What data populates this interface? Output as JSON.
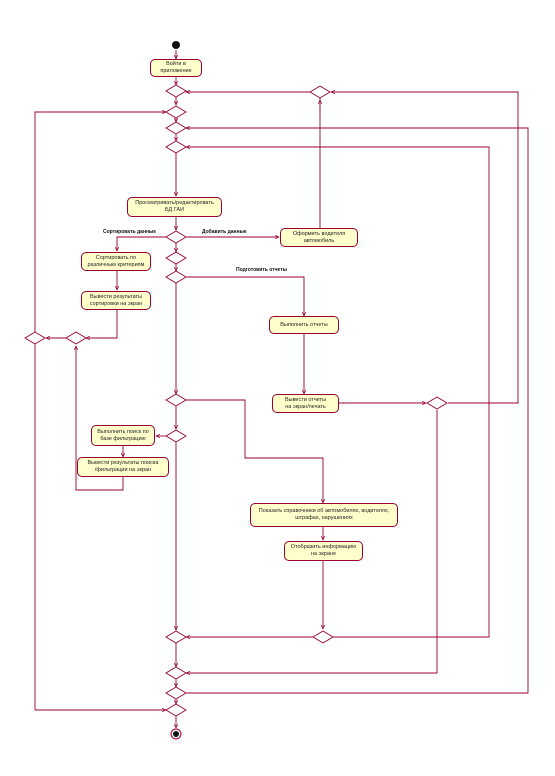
{
  "diagram": {
    "activities": {
      "login": "Войти в\nприложение",
      "view_db": "Просматривать/редактировать\nБД ГАИ",
      "register_driver": "Оформить водителя\nавтомобиль",
      "sort_criteria": "Сортировать по\nразличным критериям",
      "show_sort": "Вывести результаты\nсортировки на экран",
      "make_reports": "Выполнить отчеты",
      "print_reports": "Вывести отчеты\nна экран/печать",
      "search_filter": "Выполнить поиск по\nбазе фильтрацию",
      "show_search": "Вывести результаты поиска\n/фильтрации на экран",
      "show_reference": "Показать справочники об автомобилях, водителях,\nштрафах, нарушениях",
      "display_info": "Отобразить информацию\nна экране"
    },
    "guards": {
      "sort": "Сортировать данные",
      "add": "Добавить данные",
      "reports": "Подготовить отчеты"
    },
    "colors": {
      "line": "#990033",
      "activity_fill": "#ffffcc",
      "node_fill": "#111111"
    }
  }
}
